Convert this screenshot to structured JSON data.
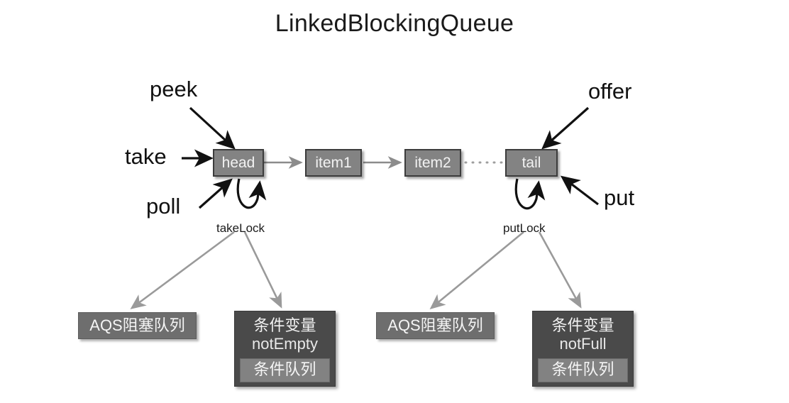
{
  "diagram": {
    "title": "LinkedBlockingQueue",
    "nodes": [
      {
        "id": "head",
        "label": "head"
      },
      {
        "id": "item1",
        "label": "item1"
      },
      {
        "id": "item2",
        "label": "item2"
      },
      {
        "id": "tail",
        "label": "tail"
      }
    ],
    "take_side": {
      "operations": [
        {
          "id": "peek",
          "label": "peek"
        },
        {
          "id": "take",
          "label": "take"
        },
        {
          "id": "poll",
          "label": "poll"
        }
      ],
      "lock_label": "takeLock",
      "aqs_box": "AQS阻塞队列",
      "condition": {
        "title_cn": "条件变量",
        "name": "notEmpty",
        "inner_label": "条件队列"
      }
    },
    "put_side": {
      "operations": [
        {
          "id": "offer",
          "label": "offer"
        },
        {
          "id": "put",
          "label": "put"
        }
      ],
      "lock_label": "putLock",
      "aqs_box": "AQS阻塞队列",
      "condition": {
        "title_cn": "条件变量",
        "name": "notFull",
        "inner_label": "条件队列"
      }
    },
    "colors": {
      "node_fill": "#838383",
      "node_border": "#3c3c3c",
      "aqs_fill": "#6e6e6e",
      "condition_fill": "#4a4a4a",
      "condition_inner_fill": "#828282",
      "link_arrow": "#8c8c8c",
      "op_arrow": "#111111",
      "text_light": "#f2f2f2",
      "background": "#ffffff"
    }
  }
}
